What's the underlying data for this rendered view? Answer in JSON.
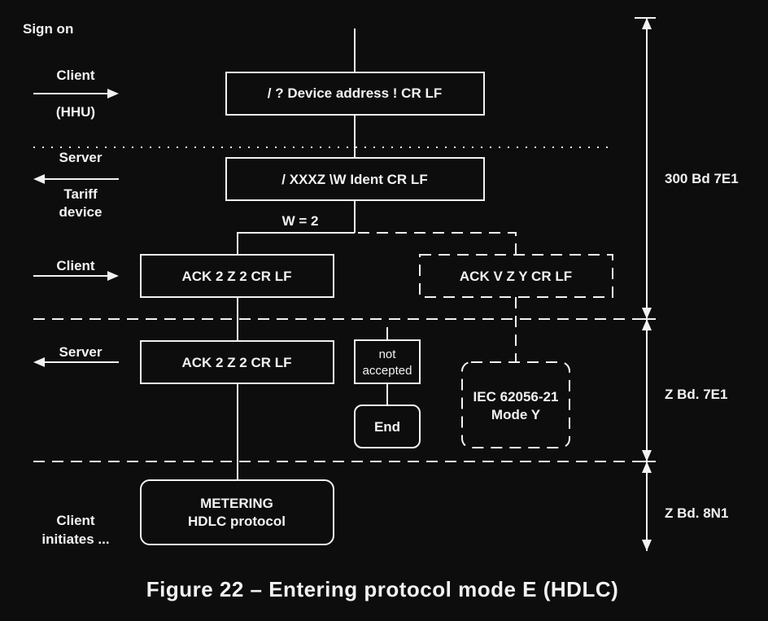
{
  "figure": {
    "caption": "Figure 22 – Entering protocol mode E (HDLC)",
    "heading": "Sign on"
  },
  "left_labels": {
    "client_1": "Client",
    "hhu": "(HHU)",
    "server_1": "Server",
    "tariff": "Tariff",
    "device": "device",
    "client_2": "Client",
    "server_2": "Server",
    "client_initiates_1": "Client",
    "client_initiates_2": "initiates ..."
  },
  "boxes": {
    "request": "/ ? Device address ! CR LF",
    "ident": "/ XXXZ \\W Ident CR LF",
    "w_label": "W = 2",
    "ack_client": "ACK 2 Z 2 CR LF",
    "ack_alt": "ACK V Z Y CR LF",
    "ack_server": "ACK 2 Z 2 CR LF",
    "not_accepted_1": "not",
    "not_accepted_2": "accepted",
    "end": "End",
    "mode_y_1": "IEC 62056-21",
    "mode_y_2": "Mode Y",
    "metering_1": "METERING",
    "metering_2": "HDLC protocol"
  },
  "phases": [
    {
      "label": "300 Bd 7E1"
    },
    {
      "label": "Z Bd. 7E1"
    },
    {
      "label": "Z Bd. 8N1"
    }
  ]
}
